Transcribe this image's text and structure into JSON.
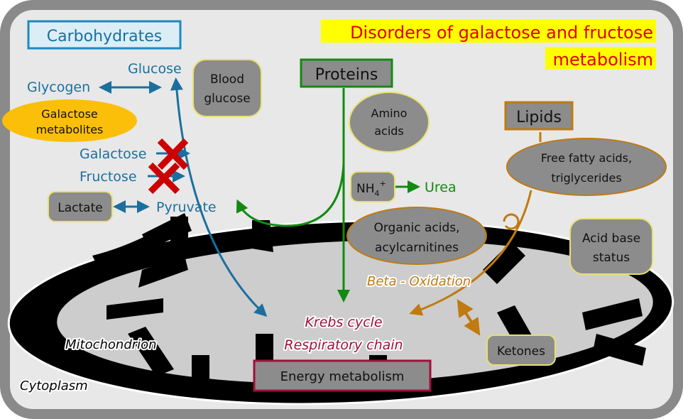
{
  "title": {
    "line1": "Disorders of galactose and fructose",
    "line2": "metabolism"
  },
  "boxes": {
    "carbohydrates": "Carbohydrates",
    "proteins": "Proteins",
    "lipids": "Lipids",
    "energy": "Energy metabolism"
  },
  "nodes": {
    "blood_glucose": [
      "Blood",
      "glucose"
    ],
    "amino_acids": [
      "Amino",
      "acids"
    ],
    "nh4": "NH",
    "nh4_sub": "4",
    "nh4_sup": "+",
    "ffa": [
      "Free fatty acids,",
      "triglycerides"
    ],
    "organic_acids": [
      "Organic acids,",
      "acylcarnitines"
    ],
    "acid_base": [
      "Acid base",
      "status"
    ],
    "ketones": "Ketones",
    "lactate": "Lactate",
    "galactose_metabolites": [
      "Galactose",
      "metabolites"
    ]
  },
  "labels": {
    "glucose": "Glucose",
    "glycogen": "Glycogen",
    "galactose": "Galactose",
    "fructose": "Fructose",
    "pyruvate": "Pyruvate",
    "urea": "Urea",
    "beta_oxidation": "Beta - Oxidation",
    "krebs": "Krebs cycle",
    "respiratory": "Respiratory chain",
    "mitochondrion": "Mitochondrion",
    "cytoplasm": "Cytoplasm"
  },
  "colors": {
    "carb_blue": "#1b6f9e",
    "protein_green": "#128a12",
    "lipid_orange": "#c07a10",
    "krebs_red": "#a0103a",
    "title_red": "#e00000",
    "title_yellow": "#ffff00",
    "cross_red": "#cc0000",
    "galactose_fill": "#fbbf0a",
    "node_gray": "#8c8c8c"
  }
}
